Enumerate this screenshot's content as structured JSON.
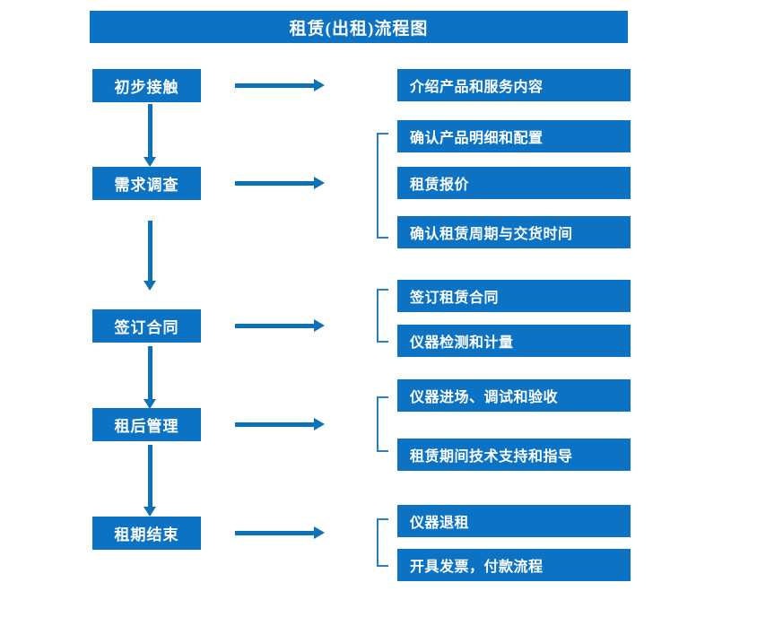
{
  "diagram": {
    "title": "租赁(出租)流程图",
    "theme": {
      "box_blue": "#0b72c4",
      "arrow_blue": "#0b72b8",
      "bracket_blue": "#2a7fc1",
      "text_white": "#ffffff",
      "background": "#ffffff"
    },
    "stages": [
      {
        "label": "初步接触",
        "details": [
          "介绍产品和服务内容"
        ],
        "has_bracket": false,
        "arrow_right": "right-arrow-icon",
        "arrow_down": "down-arrow-icon"
      },
      {
        "label": "需求调查",
        "details": [
          "确认产品明细和配置",
          "租赁报价",
          "确认租赁周期与交货时间"
        ],
        "has_bracket": true,
        "arrow_right": "right-arrow-icon",
        "arrow_down": "down-arrow-icon"
      },
      {
        "label": "签订合同",
        "details": [
          "签订租赁合同",
          "仪器检测和计量"
        ],
        "has_bracket": true,
        "arrow_right": "right-arrow-icon",
        "arrow_down": "down-arrow-icon"
      },
      {
        "label": "租后管理",
        "details": [
          "仪器进场、调试和验收",
          "租赁期间技术支持和指导"
        ],
        "has_bracket": true,
        "arrow_right": "right-arrow-icon",
        "arrow_down": "down-arrow-icon"
      },
      {
        "label": "租期结束",
        "details": [
          "仪器退租",
          "开具发票，付款流程"
        ],
        "has_bracket": true,
        "arrow_right": "right-arrow-icon",
        "arrow_down": null
      }
    ]
  }
}
